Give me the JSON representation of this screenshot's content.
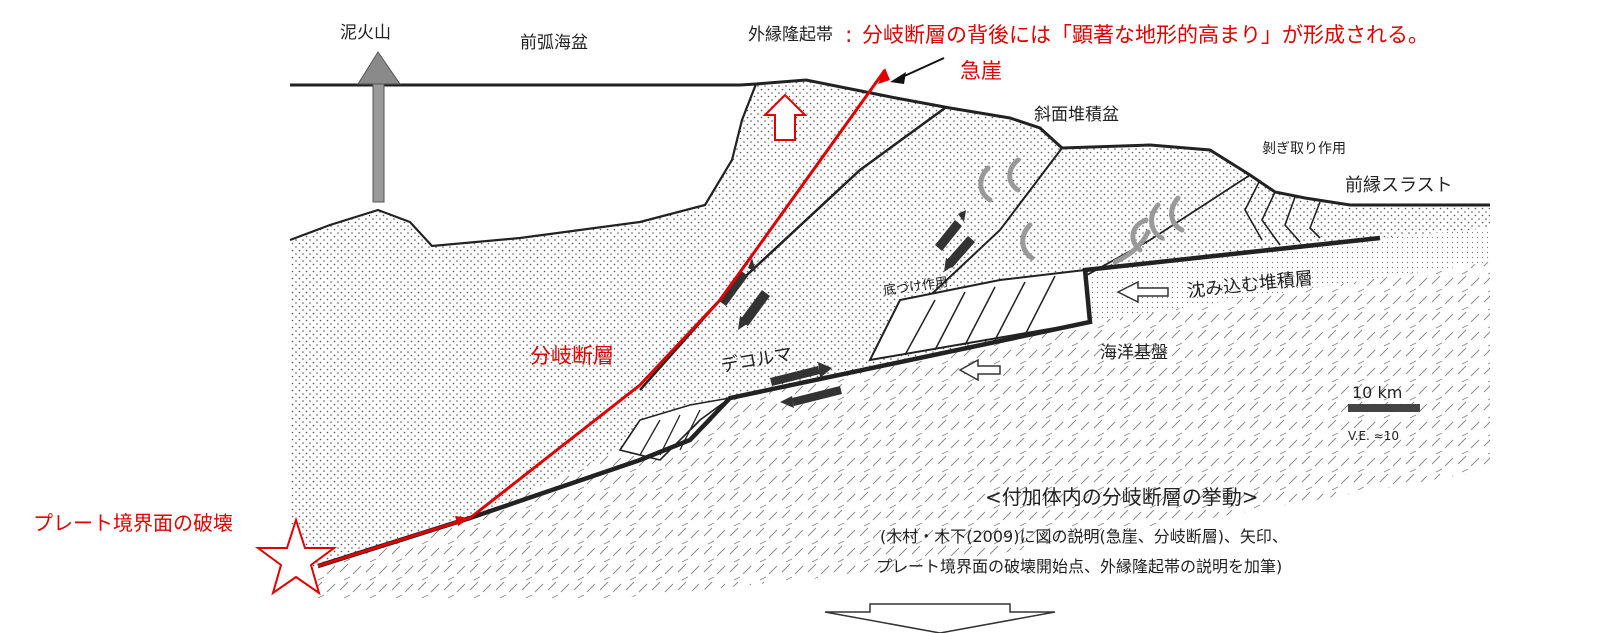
{
  "labels": {
    "mud_volcano": "泥火山",
    "forearc_basin": "前弧海盆",
    "outer_ridge_prefix": "外縁隆起帯",
    "outer_ridge_colon": ":",
    "outer_ridge_desc": "分岐断層の背後には「顕著な地形的高まり」が形成される。",
    "scarp": "急崖",
    "slope_basin": "斜面堆積盆",
    "offscraping": "剝ぎ取り作用",
    "frontal_thrust": "前縁スラスト",
    "underplating": "底づけ作用",
    "subducting_sediment": "沈み込む堆積層",
    "oceanic_basement": "海洋基盤",
    "decollement": "デコルマ",
    "splay_fault": "分岐断層",
    "plate_rupture": "プレート境界面の破壊",
    "scale_value": "10 km",
    "ve_note": "V.E. ≈10"
  },
  "caption": {
    "title": "<付加体内の分岐断層の挙動>",
    "note_line1": "(木村・木下(2009)に図の説明(急崖、分岐断層)、矢印、",
    "note_line2": "プレート境界面の破壊開始点、外縁隆起帯の説明を加筆)"
  },
  "colors": {
    "annotation_red": "#e00000",
    "line": "#222222",
    "sea_background": "#ffffff"
  }
}
